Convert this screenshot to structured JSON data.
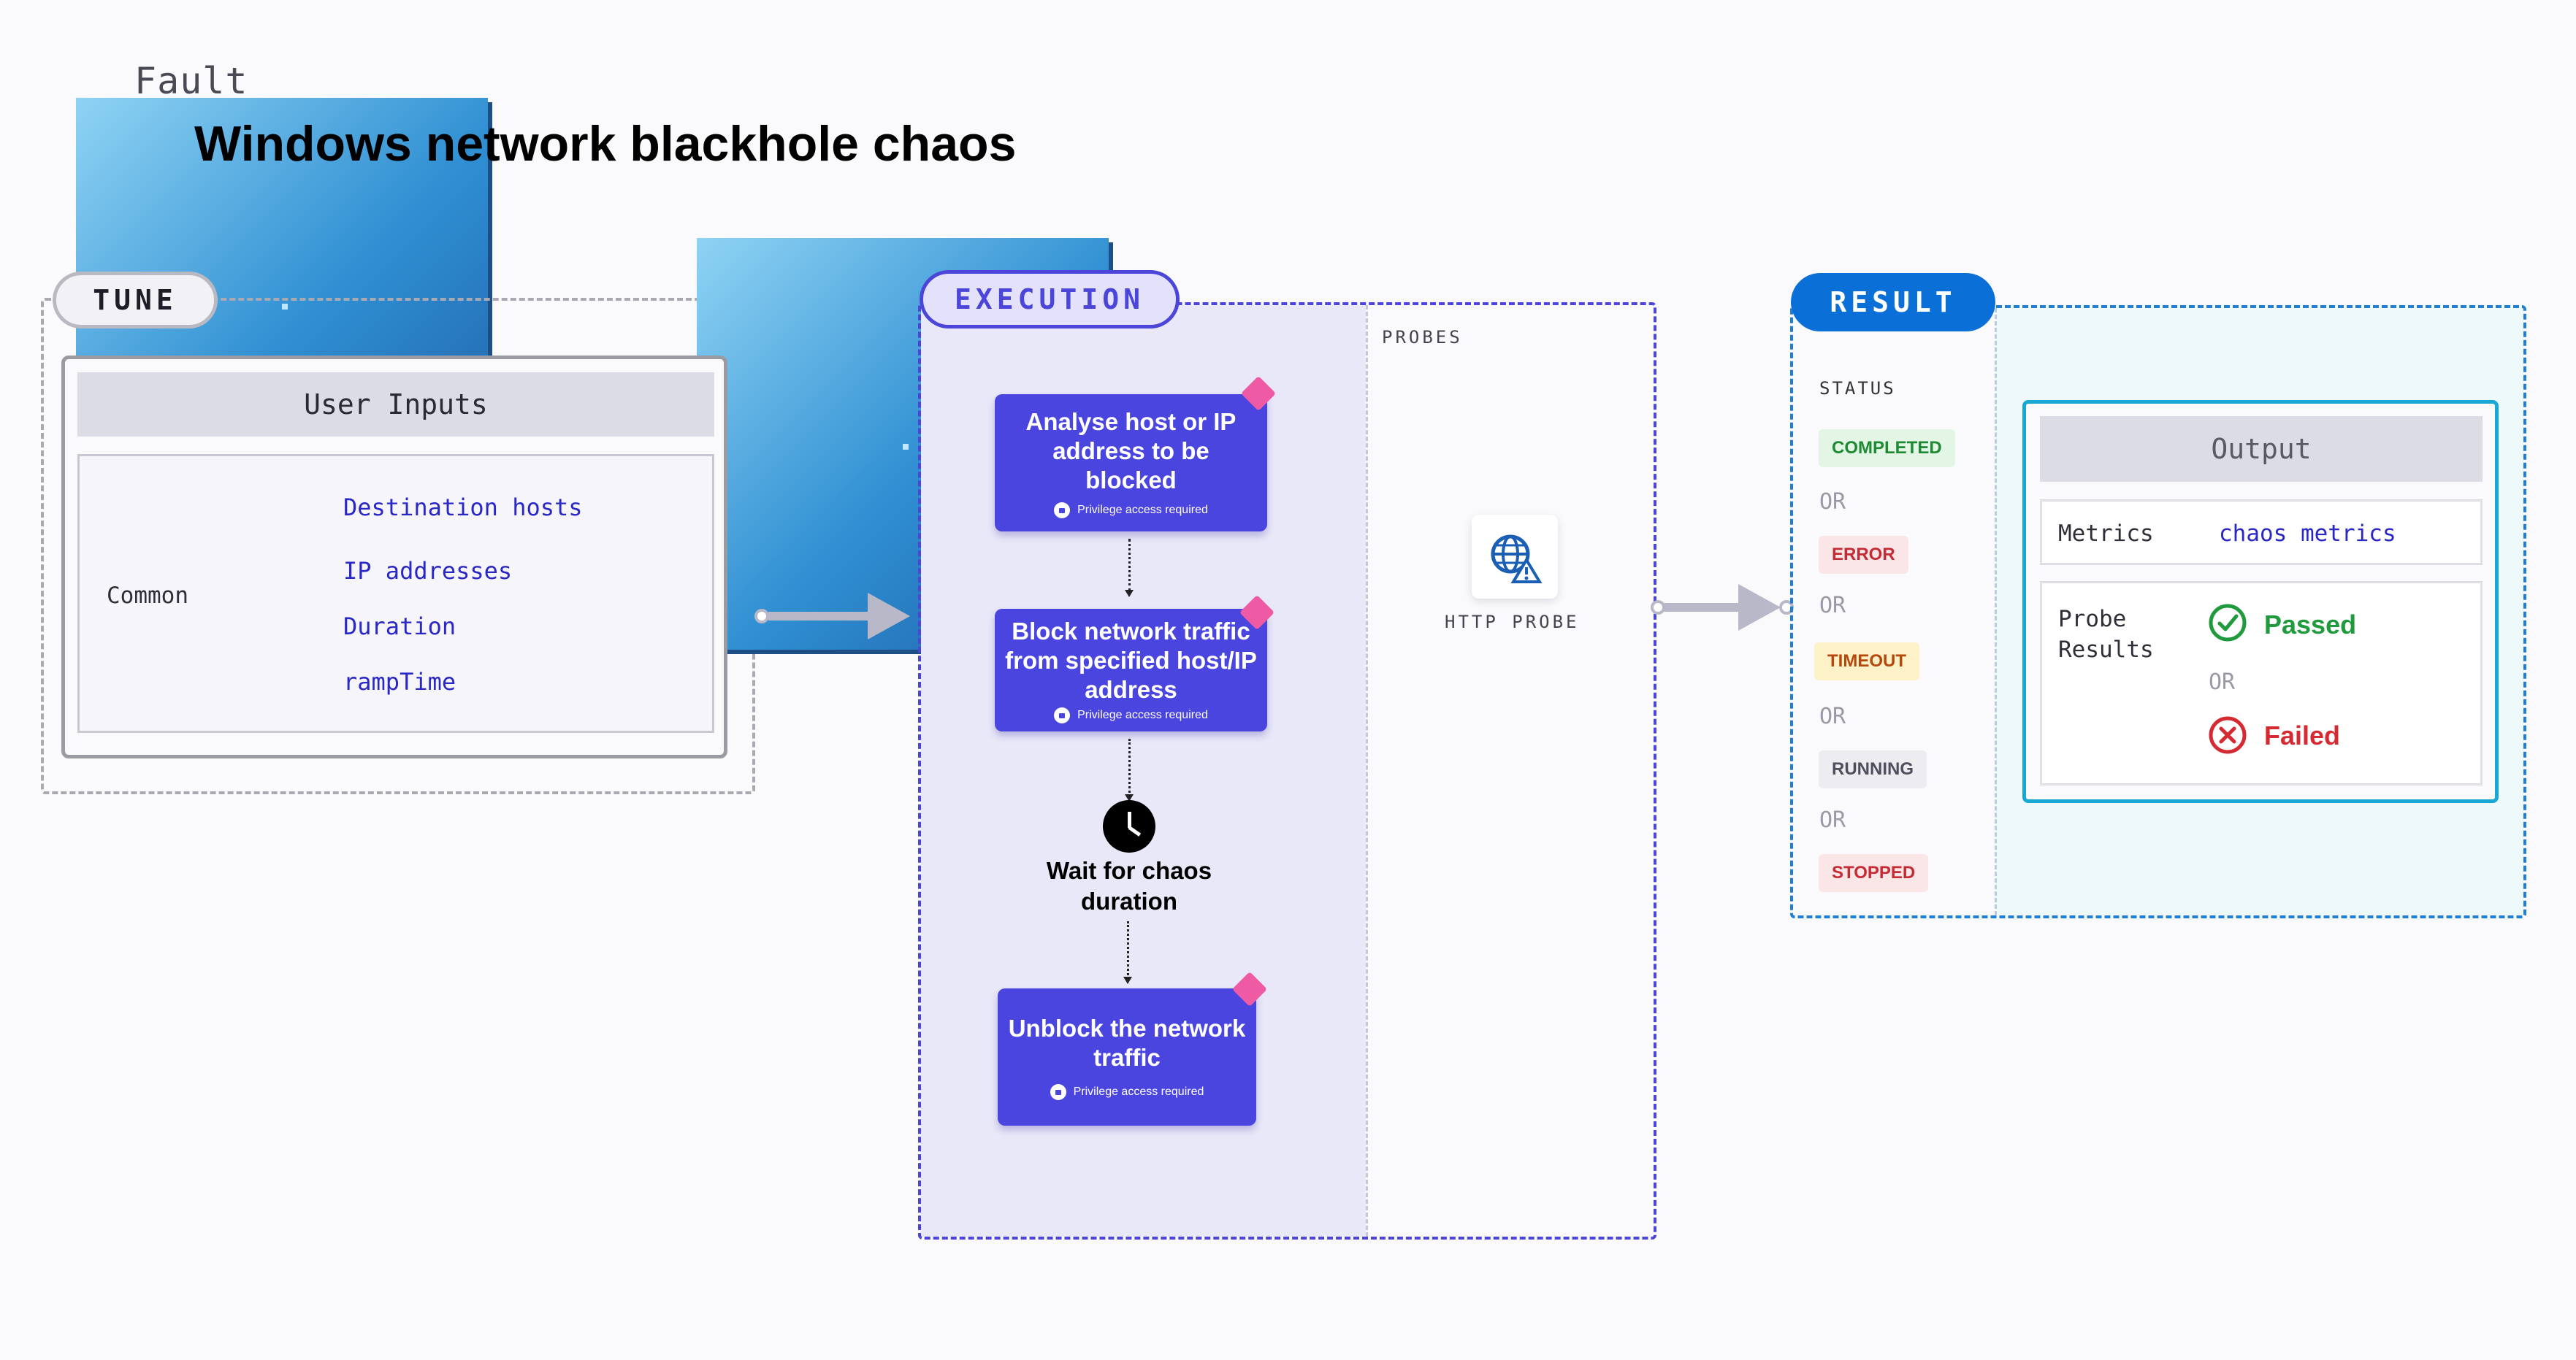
{
  "header": {
    "fault_label": "Fault",
    "title": "Windows network blackhole chaos"
  },
  "tune": {
    "label": "TUNE",
    "user_inputs_title": "User Inputs",
    "group_label": "Common",
    "params": [
      "Destination hosts",
      "IP addresses",
      "Duration",
      "rampTime"
    ]
  },
  "execution": {
    "label": "EXECUTION",
    "probes_label": "PROBES",
    "steps": [
      {
        "title": "Analyse host or IP address to be blocked",
        "note": "Privilege access required"
      },
      {
        "title": "Block network traffic from specified host/IP address",
        "note": "Privilege access required"
      },
      {
        "title": "Unblock the network traffic",
        "note": "Privilege access required"
      }
    ],
    "wait_text": "Wait for chaos duration",
    "probe_name": "HTTP PROBE"
  },
  "result": {
    "label": "RESULT",
    "status_label": "STATUS",
    "or_text": "OR",
    "statuses": [
      {
        "text": "COMPLETED",
        "bg": "#e3f6e5",
        "fg": "#1f8a34"
      },
      {
        "text": "ERROR",
        "bg": "#fbe6e7",
        "fg": "#c42b35"
      },
      {
        "text": "TIMEOUT",
        "bg": "#fdf1c8",
        "fg": "#b4480c"
      },
      {
        "text": "RUNNING",
        "bg": "#ececf1",
        "fg": "#4e4e5c"
      },
      {
        "text": "STOPPED",
        "bg": "#fbe6e7",
        "fg": "#c42b35"
      }
    ],
    "output_title": "Output",
    "metrics_label": "Metrics",
    "metrics_value": "chaos metrics",
    "probe_results_label": "Probe Results",
    "passed": "Passed",
    "failed": "Failed"
  },
  "colors": {
    "execution_accent": "#4b45d9",
    "result_accent": "#0a6fd6",
    "passed": "#1f9a3c",
    "failed": "#d62a33"
  }
}
